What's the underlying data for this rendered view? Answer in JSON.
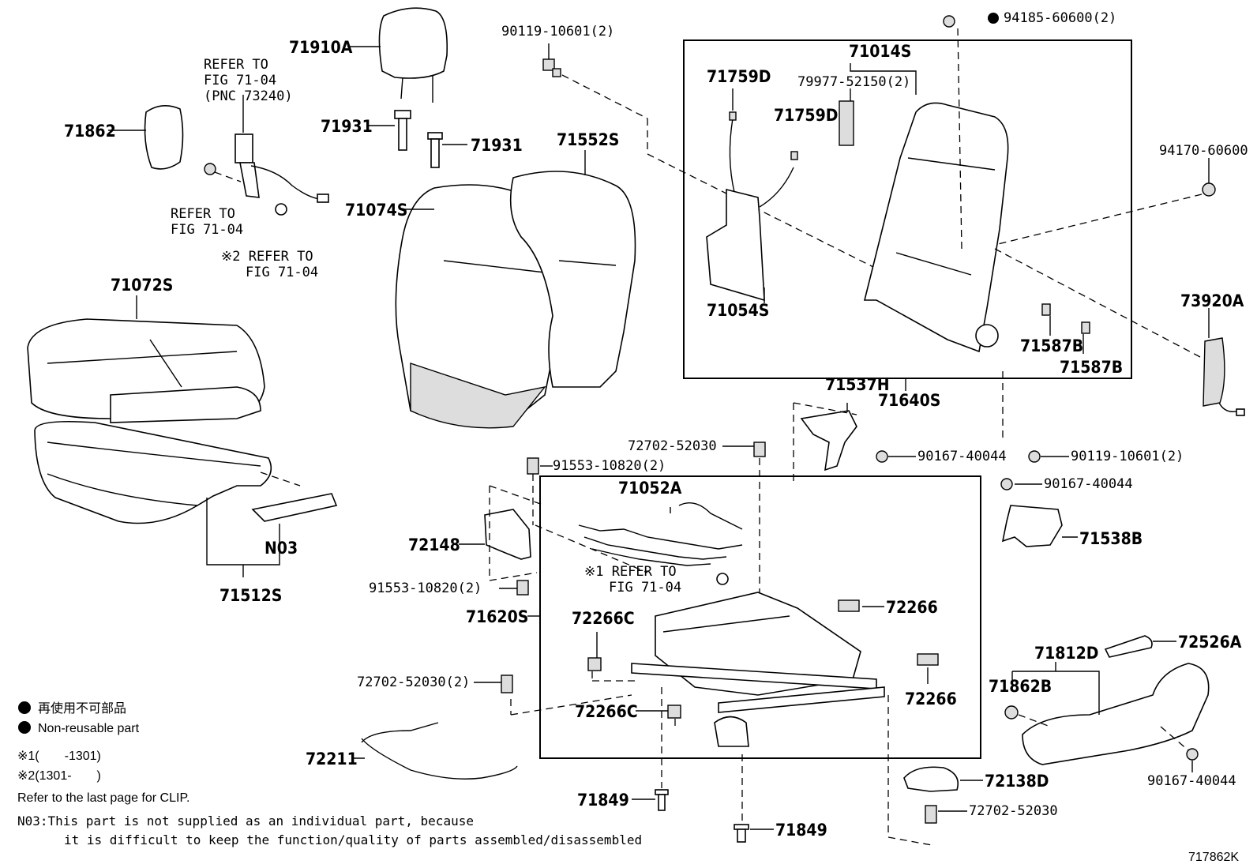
{
  "diagram_id": "717862K",
  "legend": {
    "nonreusable_jp": "再使用不可部品",
    "nonreusable_en": "Non-reusable part",
    "note1": "※1(　　-1301)",
    "note2": "※2(1301-　　)",
    "clip_note": "Refer to the last page for CLIP.",
    "n03_line1": "N03:This part is not supplied as an individual part, because",
    "n03_line2": "it is difficult to keep the function/quality of parts assembled/disassembled"
  },
  "refers": {
    "fig7104_pnc_1": "REFER TO",
    "fig7104_pnc_2": "FIG 71-04",
    "fig7104_pnc_3": "(PNC 73240)",
    "fig7104_a_1": "REFER TO",
    "fig7104_a_2": "FIG 71-04",
    "fig7104_b_1": "※2 REFER TO",
    "fig7104_b_2": "FIG 71-04",
    "fig7104_c_1": "※1 REFER TO",
    "fig7104_c_2": "FIG 71-04"
  },
  "parts": {
    "p71910A": "71910A",
    "p71862": "71862",
    "p71931a": "71931",
    "p71931b": "71931",
    "p90119a": "90119-10601(2)",
    "p71552S": "71552S",
    "p71074S": "71074S",
    "p71072S": "71072S",
    "pN03": "N03",
    "p71512S": "71512S",
    "p71014S": "71014S",
    "p79977": "79977-52150(2)",
    "p71759Da": "71759D",
    "p71759Db": "71759D",
    "p71054S": "71054S",
    "p94185": "94185-60600(2)",
    "p94170": "94170-60600",
    "p73920A": "73920A",
    "p71587Ba": "71587B",
    "p71587Bb": "71587B",
    "p71640S": "71640S",
    "p71537H": "71537H",
    "p90167a": "90167-40044",
    "p90119b": "90119-10601(2)",
    "p90167b": "90167-40044",
    "p71538B": "71538B",
    "p72702a": "72702-52030",
    "p91553a": "91553-10820(2)",
    "p71052A": "71052A",
    "p72148": "72148",
    "p91553b": "91553-10820(2)",
    "p71620S": "71620S",
    "p72266Ca": "72266C",
    "p72266a": "72266",
    "p72266b": "72266",
    "p72266Cb": "72266C",
    "p72702b": "72702-52030(2)",
    "p72211": "72211",
    "p71849a": "71849",
    "p71849b": "71849",
    "p72138D": "72138D",
    "p72702c": "72702-52030",
    "p71812D": "71812D",
    "p72526A": "72526A",
    "p71862B": "71862B",
    "p90167c": "90167-40044"
  }
}
